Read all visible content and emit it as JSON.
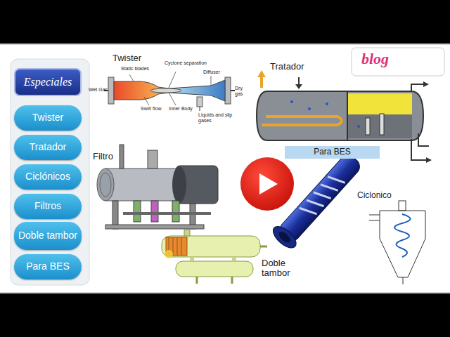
{
  "diagram": {
    "nodes": [
      {
        "text": [
          "Especiales"
        ]
      },
      {
        "text": [
          "Twister"
        ]
      },
      {
        "text": [
          "Tratador"
        ]
      },
      {
        "text": [
          "Ciclónicos"
        ]
      },
      {
        "text": [
          "Filtros"
        ]
      },
      {
        "text": [
          "Doble tambor"
        ]
      },
      {
        "text": [
          "Para BES"
        ]
      },
      {
        "text": [
          "Para BES"
        ]
      }
    ],
    "labels": [
      "Twister",
      "Static blades",
      "Cyclone separation",
      "Diffuser",
      "Wet Gas",
      "Dry gas",
      "Swirl flow",
      "Inner Body",
      "Liquids and slip gases",
      "Tratador",
      "Filtro",
      "Doble tambor",
      "Ciclonico",
      "blog"
    ]
  }
}
